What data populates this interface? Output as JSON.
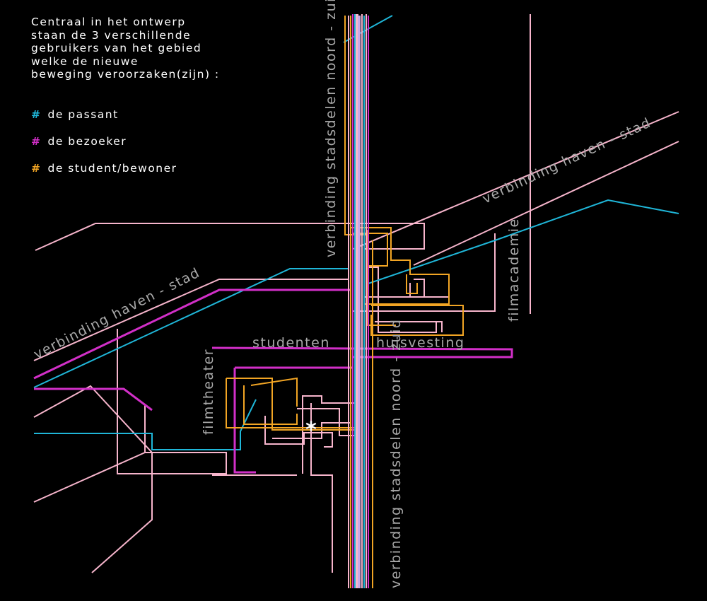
{
  "intro_lines": [
    "Centraal in het ontwerp",
    "staan de 3 verschillende",
    "gebruikers van het gebied",
    "welke de nieuwe",
    "beweging veroorzaken(zijn) :"
  ],
  "legend": [
    {
      "symbol": "#",
      "label": "de passant",
      "color": "#1fb6d8"
    },
    {
      "symbol": "#",
      "label": "de bezoeker",
      "color": "#d22fc8"
    },
    {
      "symbol": "#",
      "label": "de student/bewoner",
      "color": "#f2a524"
    }
  ],
  "colors": {
    "background": "#000000",
    "connection": "#f7b5cc",
    "passant": "#1fb6d8",
    "bezoeker": "#d22fc8",
    "student": "#f2a524",
    "label": "#a9a9a9"
  },
  "labels": {
    "haven_stad_left": "verbinding  haven - stad",
    "haven_stad_right": "verbinding  haven - stad",
    "noord_zuid_top": "verbinding stadsdelen noord - zuid",
    "noord_zuid_bottom": "verbinding stadsdelen noord - zuid",
    "studenten": "studenten",
    "huisvesting": "huisvesting",
    "filmacademie": "filmacademie",
    "filmtheater": "filmtheater",
    "center_marker": "*"
  }
}
